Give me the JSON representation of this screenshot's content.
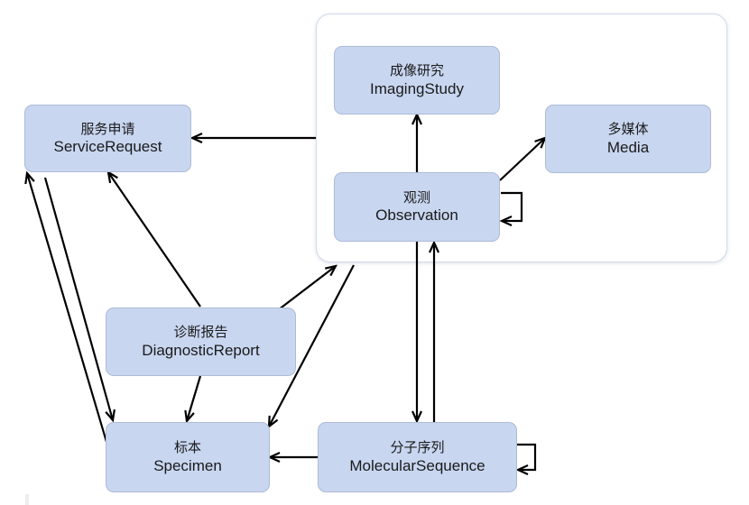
{
  "nodes": {
    "service_request": {
      "zh": "服务申请",
      "en": "ServiceRequest"
    },
    "imaging_study": {
      "zh": "成像研究",
      "en": "ImagingStudy"
    },
    "media": {
      "zh": "多媒体",
      "en": "Media"
    },
    "observation": {
      "zh": "观测",
      "en": "Observation"
    },
    "diagnostic_report": {
      "zh": "诊断报告",
      "en": "DiagnosticReport"
    },
    "specimen": {
      "zh": "标本",
      "en": "Specimen"
    },
    "molecular_sequence": {
      "zh": "分子序列",
      "en": "MolecularSequence"
    }
  },
  "edges": [
    {
      "from": "observation-group",
      "to": "service_request"
    },
    {
      "from": "observation",
      "to": "imaging_study"
    },
    {
      "from": "observation",
      "to": "media"
    },
    {
      "from": "observation",
      "to": "observation"
    },
    {
      "from": "diagnostic_report",
      "to": "service_request"
    },
    {
      "from": "diagnostic_report",
      "to": "observation-group"
    },
    {
      "from": "diagnostic_report",
      "to": "specimen"
    },
    {
      "from": "observation-group",
      "to": "specimen"
    },
    {
      "from": "service_request",
      "to": "specimen"
    },
    {
      "from": "specimen",
      "to": "service_request"
    },
    {
      "from": "observation",
      "to": "molecular_sequence"
    },
    {
      "from": "molecular_sequence",
      "to": "observation"
    },
    {
      "from": "molecular_sequence",
      "to": "specimen"
    },
    {
      "from": "molecular_sequence",
      "to": "molecular_sequence"
    }
  ],
  "colors": {
    "node_fill": "#c8d6f0",
    "node_border": "#aebbd5",
    "frame_border": "#d3daea",
    "arrow": "#000000"
  }
}
